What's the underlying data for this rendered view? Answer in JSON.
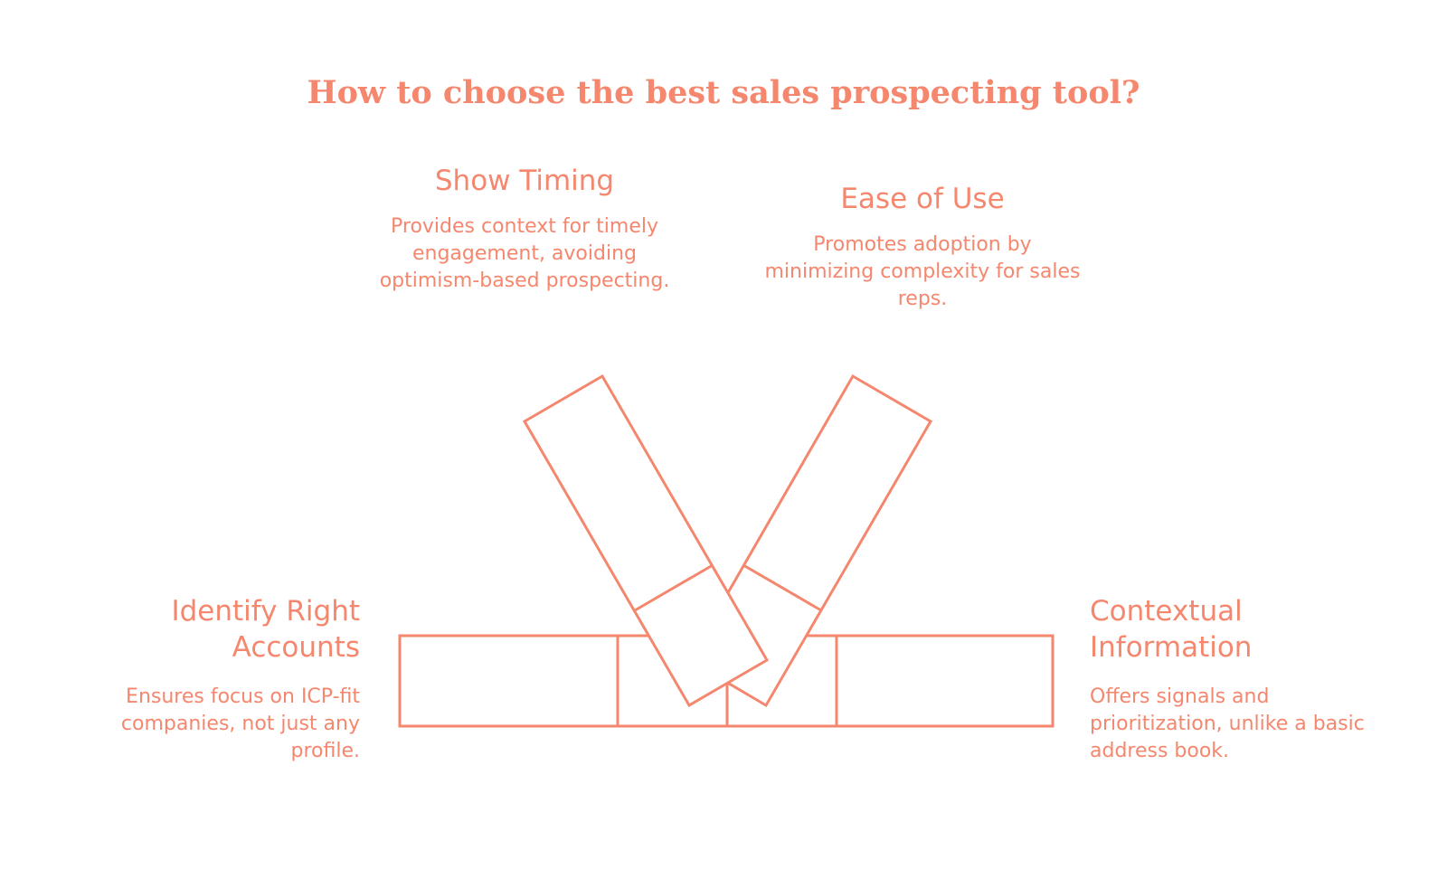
{
  "title": "How to choose the best sales prospecting tool?",
  "accent_color": "#f4876e",
  "items": [
    {
      "heading": "Show Timing",
      "description": "Provides context for timely engagement, avoiding optimism-based prospecting."
    },
    {
      "heading": "Ease of Use",
      "description": "Promotes adoption by minimizing complexity for sales reps."
    },
    {
      "heading": "Identify Right Accounts",
      "description": "Ensures focus on ICP-fit companies, not just any profile."
    },
    {
      "heading": "Contextual Information",
      "description": "Offers signals and prioritization, unlike a basic address book."
    }
  ]
}
